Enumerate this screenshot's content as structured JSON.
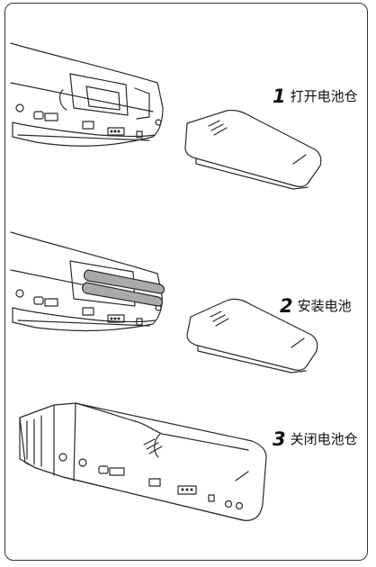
{
  "steps": [
    {
      "number": "1",
      "label": "打开电池仓"
    },
    {
      "number": "2",
      "label": "安装电池"
    },
    {
      "number": "3",
      "label": "关闭电池仓"
    }
  ],
  "colors": {
    "stroke": "#2a2a2a",
    "battery": "#a9a9a9",
    "border": "#333333"
  }
}
